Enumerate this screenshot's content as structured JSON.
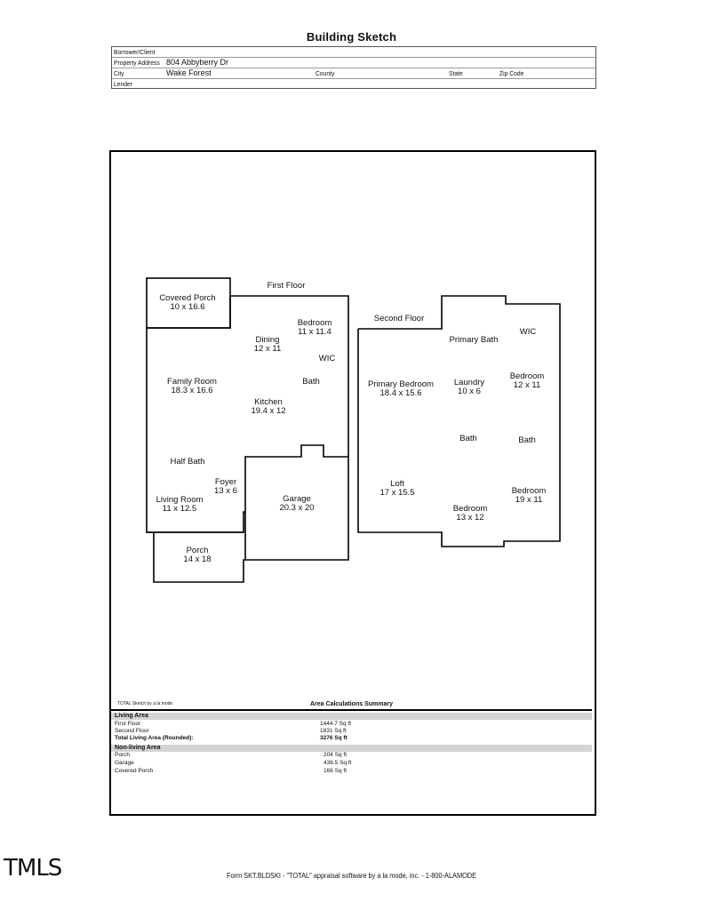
{
  "header": {
    "title": "Building Sketch",
    "fields": {
      "borrower_label": "Borrower/Client",
      "property_address_label": "Property Address",
      "property_address": "804 Abbyberry Dr",
      "city_label": "City",
      "city": "Wake Forest",
      "county_label": "County",
      "state_label": "State",
      "zip_label": "Zip Code",
      "lender_label": "Lender"
    }
  },
  "sketch": {
    "first_floor_label": "First Floor",
    "second_floor_label": "Second Floor",
    "rooms": {
      "covered_porch": {
        "name": "Covered Porch",
        "dim": "10 x 16.6"
      },
      "dining": {
        "name": "Dining",
        "dim": "12 x 11"
      },
      "bedroom_ff": {
        "name": "Bedroom",
        "dim": "11 x 11.4"
      },
      "wic_ff": {
        "name": "WIC"
      },
      "bath_ff": {
        "name": "Bath"
      },
      "family_room": {
        "name": "Family Room",
        "dim": "18.3 x 16.6"
      },
      "kitchen": {
        "name": "Kitchen",
        "dim": "19.4 x 12"
      },
      "half_bath": {
        "name": "Half Bath"
      },
      "foyer": {
        "name": "Foyer",
        "dim": "13 x 6"
      },
      "living_room": {
        "name": "Living Room",
        "dim": "11 x 12.5"
      },
      "garage": {
        "name": "Garage",
        "dim": "20.3 x 20"
      },
      "porch": {
        "name": "Porch",
        "dim": "14 x 18"
      },
      "primary_bath": {
        "name": "Primary Bath"
      },
      "wic_sf": {
        "name": "WIC"
      },
      "primary_bedroom": {
        "name": "Primary Bedroom",
        "dim": "18.4 x 15.6"
      },
      "laundry": {
        "name": "Laundry",
        "dim": "10 x 6"
      },
      "bedroom_sf_1": {
        "name": "Bedroom",
        "dim": "12 x 11"
      },
      "bath_sf_1": {
        "name": "Bath"
      },
      "bath_sf_2": {
        "name": "Bath"
      },
      "loft": {
        "name": "Loft",
        "dim": "17 x 15.5"
      },
      "bedroom_sf_2": {
        "name": "Bedroom",
        "dim": "13 x 12"
      },
      "bedroom_sf_3": {
        "name": "Bedroom",
        "dim": "19 x 11"
      }
    }
  },
  "summary": {
    "software_note": "TOTAL Sketch by a la mode",
    "title": "Area Calculations Summary",
    "living_header": "Living Area",
    "living": [
      {
        "label": "First Floor",
        "value": "1444.7 Sq ft"
      },
      {
        "label": "Second Floor",
        "value": "1831 Sq ft"
      }
    ],
    "total": {
      "label": "Total Living Area (Rounded):",
      "value": "3276 Sq ft"
    },
    "nonliving_header": "Non-living Area",
    "nonliving": [
      {
        "label": "Porch",
        "value": "204 Sq ft"
      },
      {
        "label": "Garage",
        "value": "436.5 Sq ft"
      },
      {
        "label": "Covered Porch",
        "value": "166 Sq ft"
      }
    ]
  },
  "footer": {
    "text": "Form SKT.BLDSKI - \"TOTAL\" appraisal software by a la mode, inc. - 1-800-ALAMODE",
    "logo": "TMLS"
  }
}
